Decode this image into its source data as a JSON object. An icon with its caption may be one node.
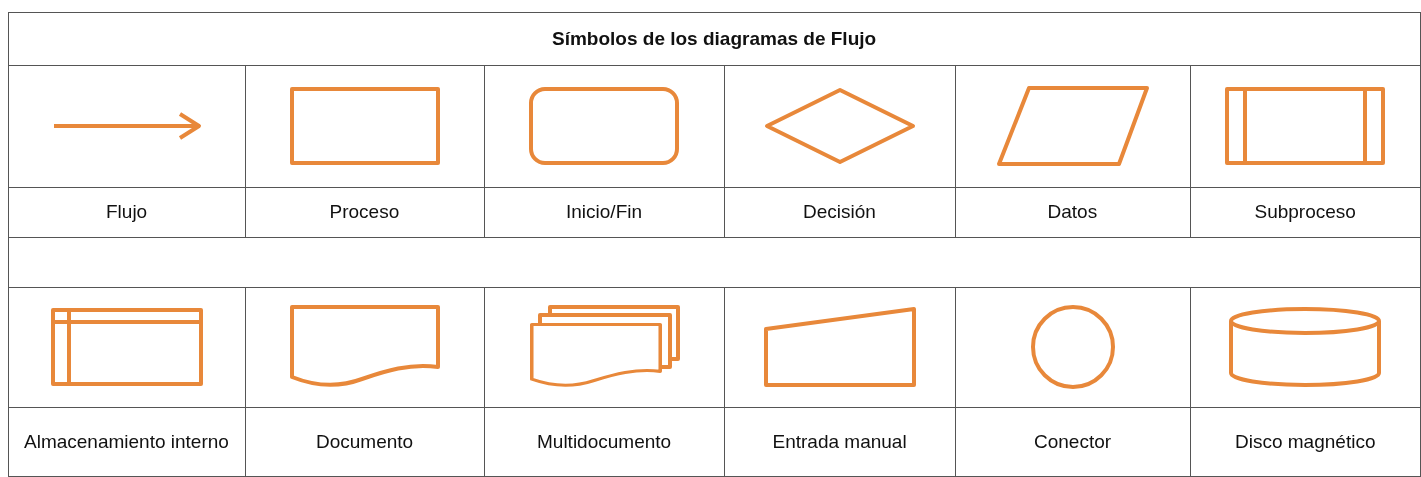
{
  "diagram": {
    "title": "Símbolos de los diagramas de Flujo",
    "labels": [
      "Flujo",
      "Proceso",
      "Inicio/Fin",
      "Decisión",
      "Datos",
      "Subproceso",
      "Almacenamiento interno",
      "Documento",
      "Multidocumento",
      "Entrada manual",
      "Conector",
      "Disco magnético"
    ]
  }
}
